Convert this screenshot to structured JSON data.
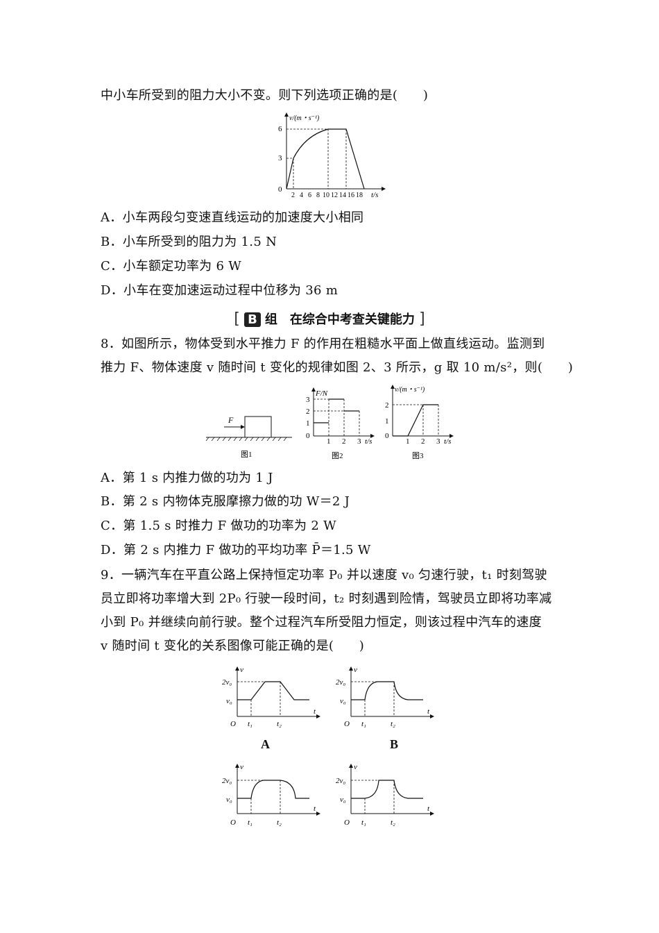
{
  "q7": {
    "tail": "中小车所受到的阻力大小不变。则下列选项正确的是(　　)",
    "chart": {
      "ylabel": "v/(m・s⁻¹)",
      "xlabel": "t/s",
      "xticks": [
        "2",
        "4",
        "6",
        "8",
        "10",
        "12",
        "14",
        "16",
        "18"
      ],
      "yticks": [
        "6",
        "3"
      ],
      "origin": "0"
    },
    "options": {
      "A": "A．小车两段匀变速直线运动的加速度大小相同",
      "B": "B．小车所受到的阻力为 1.5 N",
      "C": "C．小车额定功率为 6 W",
      "D": "D．小车在变加速运动过程中位移为 36 m"
    }
  },
  "section": {
    "box": "B",
    "title": "组　在综合中考查关键能力",
    "left": "[",
    "right": "]"
  },
  "q8": {
    "line1": "8．如图所示，物体受到水平推力 F 的作用在粗糙水平面上做直线运动。监测到",
    "line2": "推力 F、物体速度 v 随时间 t 变化的规律如图 2、3 所示，g 取 10 m/s²，则(　　)",
    "fig1": {
      "label": "F",
      "caption": "图1"
    },
    "fig2": {
      "ylabel": "F/N",
      "xlabel": "t/s",
      "yticks": [
        "3",
        "2",
        "1",
        "0"
      ],
      "xticks": [
        "1",
        "2",
        "3"
      ],
      "caption": "图2"
    },
    "fig3": {
      "ylabel": "v/(m・s⁻¹)",
      "xlabel": "t/s",
      "yticks": [
        "2",
        "1",
        "0"
      ],
      "xticks": [
        "1",
        "2",
        "3"
      ],
      "caption": "图3"
    },
    "options": {
      "A": "A．第 1 s 内推力做的功为 1 J",
      "B": "B．第 2 s 内物体克服摩擦力做的功 W＝2 J",
      "C": "C．第 1.5 s 时推力 F 做功的功率为 2 W",
      "D": "D．第 2 s 内推力 F 做功的平均功率 P̄＝1.5 W"
    }
  },
  "q9": {
    "line1": "9．一辆汽车在平直公路上保持恒定功率 P₀ 并以速度 v₀ 匀速行驶，t₁ 时刻驾驶",
    "line2": "员立即将功率增大到 2P₀ 行驶一段时间，t₂ 时刻遇到险情，驾驶员立即将功率减",
    "line3": "小到 P₀ 并继续向前行驶。整个过程汽车所受阻力恒定，则该过程中汽车的速度",
    "line4": "v 随时间 t 变化的关系图像可能正确的是(　　)",
    "graph_labels": {
      "v": "v",
      "t": "t",
      "o": "O",
      "v0": "v₀",
      "2v0": "2v₀",
      "t1": "t₁",
      "t2": "t₂"
    },
    "captions": [
      "A",
      "B"
    ]
  }
}
